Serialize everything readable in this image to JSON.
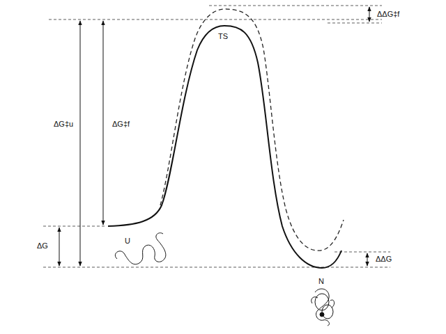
{
  "diagram": {
    "labels": [
      "ΔΔG‡f",
      "ΔG‡u",
      "ΔG‡f",
      "TS",
      "ΔG",
      "U",
      "ΔΔG",
      "N"
    ]
  }
}
